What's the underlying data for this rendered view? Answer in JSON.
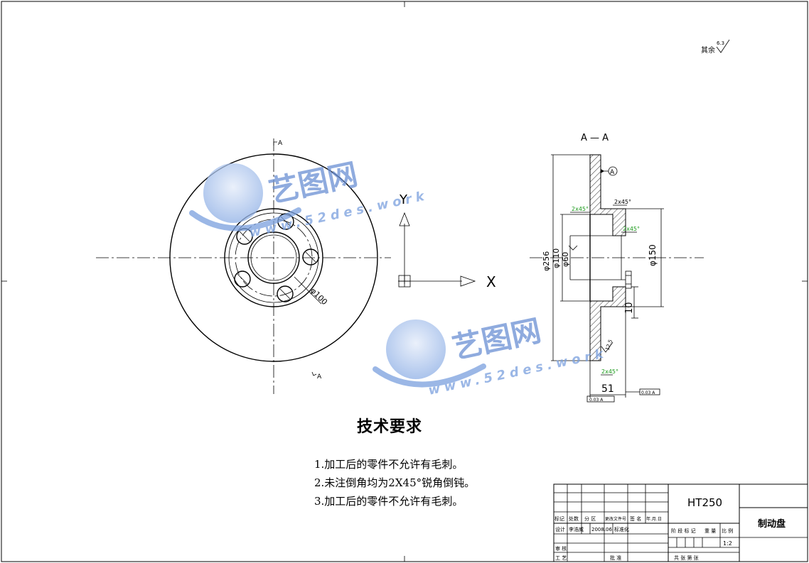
{
  "annotations": {
    "roughness_other_label": "其余",
    "roughness_other_value": "6.3",
    "section_mark": "A",
    "section_view_title": "A — A",
    "axis_y": "Y",
    "axis_x": "X"
  },
  "dimensions": {
    "hole_circle_dia": "φ100",
    "outer_dia": "φ256",
    "dia_110": "φ110",
    "dia_60": "φ60",
    "dia_150": "φ150",
    "thickness_10": "10",
    "width_51": "51",
    "chamfer_top": "2x45°",
    "chamfer_left": "2x45°",
    "chamfer_right": "2x45°",
    "chamfer_bottom": "2x45°",
    "datum_a": "A",
    "bottom_roughness": "12.5",
    "runout_left": "0.03 A",
    "runout_right": "0.03 A"
  },
  "tech_requirements": {
    "title": "技术要求",
    "items": [
      "1.加工后的零件不允许有毛刺。",
      "2.未注倒角均为2X45°锐角倒钝。",
      "3.加工后的零件不允许有毛刺。"
    ]
  },
  "title_block": {
    "material": "HT250",
    "part_name": "制动盘",
    "header_cells": [
      "标记",
      "处数",
      "分 区",
      "更改文件号",
      "签 名",
      "年.月.日"
    ],
    "design_label": "设计",
    "designer": "李浩威",
    "design_date": "2008.06",
    "standardization_label": "标准化",
    "stage_labels": [
      "阶 段 标 记",
      "重 量",
      "比 例"
    ],
    "scale": "1:2",
    "review_label": "审 核",
    "process_label": "工 艺",
    "approve_label": "批 准",
    "sheet_info": "共   张   第   张"
  },
  "watermark": {
    "brand": "艺图网",
    "url": "www.52des.work"
  },
  "colors": {
    "line": "#000000",
    "dimension_accent": "#1a9a1a",
    "watermark": "#6a8fd4"
  }
}
